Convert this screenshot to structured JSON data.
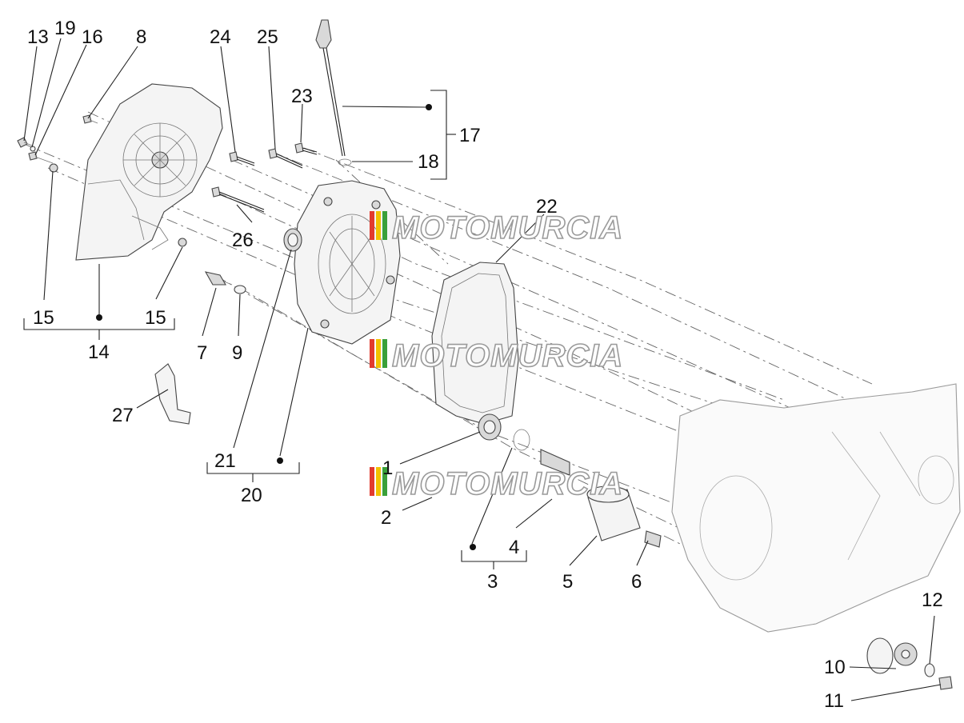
{
  "watermark": "MOTOMURCIA",
  "labels": [
    "1",
    "2",
    "3",
    "4",
    "5",
    "6",
    "7",
    "8",
    "9",
    "10",
    "11",
    "12",
    "13",
    "14",
    "15",
    "15",
    "16",
    "17",
    "18",
    "19",
    "20",
    "21",
    "22",
    "23",
    "24",
    "25",
    "26",
    "27"
  ],
  "colors": {
    "ink": "#111111",
    "line": "#444444",
    "stripe_red": "#e23b2e",
    "stripe_yellow": "#f2c200",
    "stripe_green": "#3aa03a"
  }
}
